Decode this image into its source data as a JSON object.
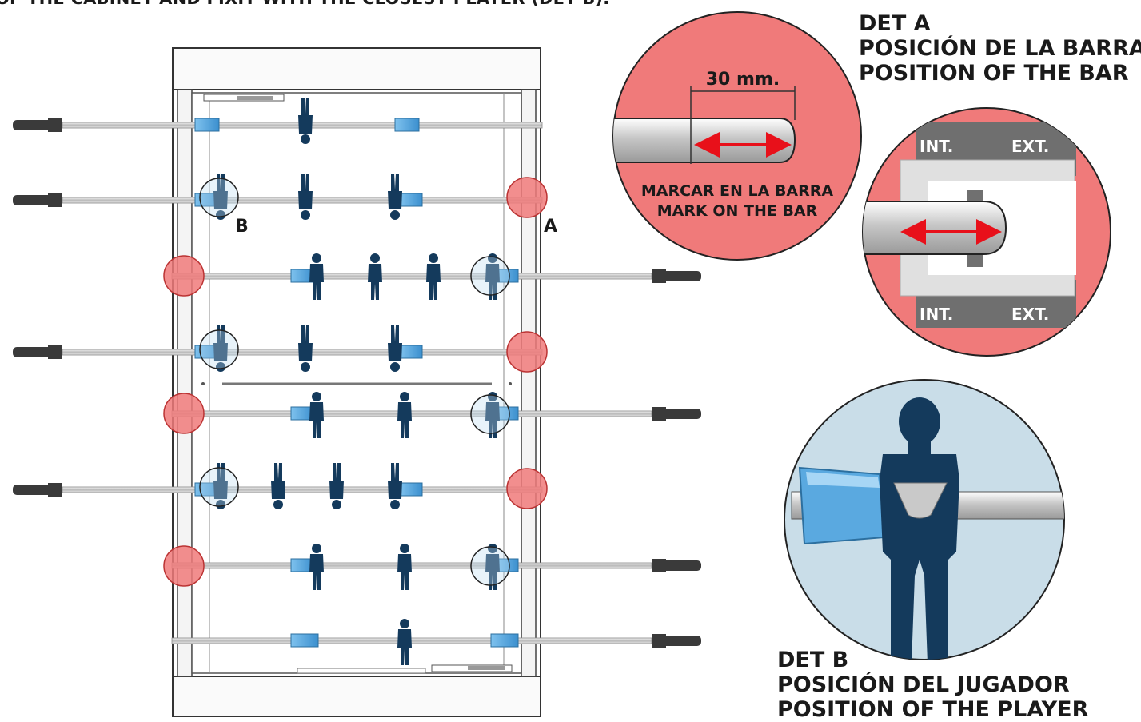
{
  "top_caption": "OF THE CABINET AND FIXIT WITH THE CLOSEST PLAYER (DET B).",
  "det_a": {
    "title": "DET A",
    "line1": "POSICIÓN DE LA BARRA",
    "line2": "POSITION OF THE BAR",
    "dimension": "30 mm.",
    "mark_es": "MARCAR EN LA BARRA",
    "mark_en": "MARK ON THE BAR",
    "int_label": "INT.",
    "ext_label": "EXT."
  },
  "det_b": {
    "title": "DET B",
    "line1": "POSICIÓN DEL JUGADOR",
    "line2": "POSITION OF THE PLAYER"
  },
  "table": {
    "marker_a": "A",
    "marker_b": "B"
  },
  "colors": {
    "marker_red": "#f07a7a",
    "player_navy": "#143a5c",
    "bumper_blue": "#4a9fd8",
    "arrow_red": "#e8101a",
    "dark_gray": "#6f6f6f",
    "handle": "#3a3a3a"
  },
  "icons": [
    "foosball-table-icon",
    "player-figure-icon",
    "rod-handle-icon"
  ]
}
